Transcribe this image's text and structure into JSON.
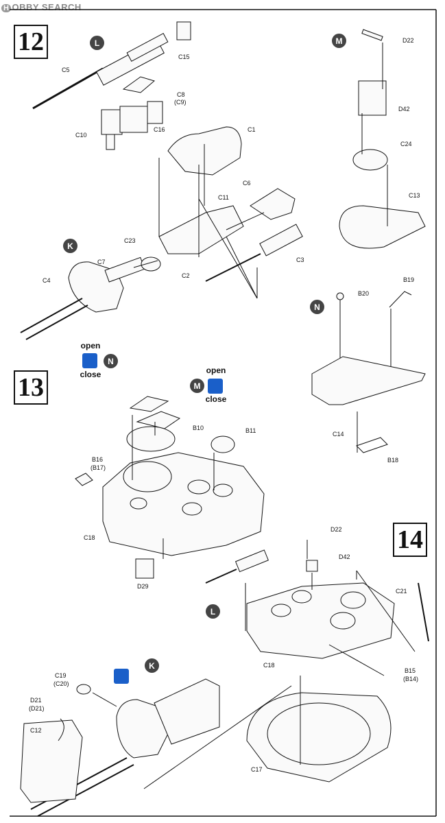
{
  "watermark": {
    "badge": "H",
    "text": "OBBY SEARCH"
  },
  "steps": [
    "12",
    "13",
    "14"
  ],
  "callouts": {
    "K": "K",
    "L": "L",
    "M": "M",
    "N": "N"
  },
  "toggle": {
    "open": "open",
    "close": "close"
  },
  "labels": {
    "C15": "C15",
    "C5": "C5",
    "C8": "C8",
    "C9": "(C9)",
    "C10": "C10",
    "C16": "C16",
    "C1": "C1",
    "C6": "C6",
    "C11": "C11",
    "C23": "C23",
    "C7": "C7",
    "C4": "C4",
    "C2": "C2",
    "C3": "C3",
    "D22": "D22",
    "D42": "D42",
    "C24": "C24",
    "C13": "C13",
    "B20": "B20",
    "B19": "B19",
    "C14": "C14",
    "B18": "B18",
    "B10": "B10",
    "B11": "B11",
    "B16": "B16",
    "B17": "(B17)",
    "C18": "C18",
    "D29": "D29",
    "D22b": "D22",
    "D42b": "D42",
    "C21": "C21",
    "C18b": "C18",
    "B15": "B15",
    "B14": "(B14)",
    "C19": "C19",
    "C20": "(C20)",
    "D21": "D21",
    "D21b": "(D21)",
    "C12": "C12",
    "C17": "C17"
  }
}
